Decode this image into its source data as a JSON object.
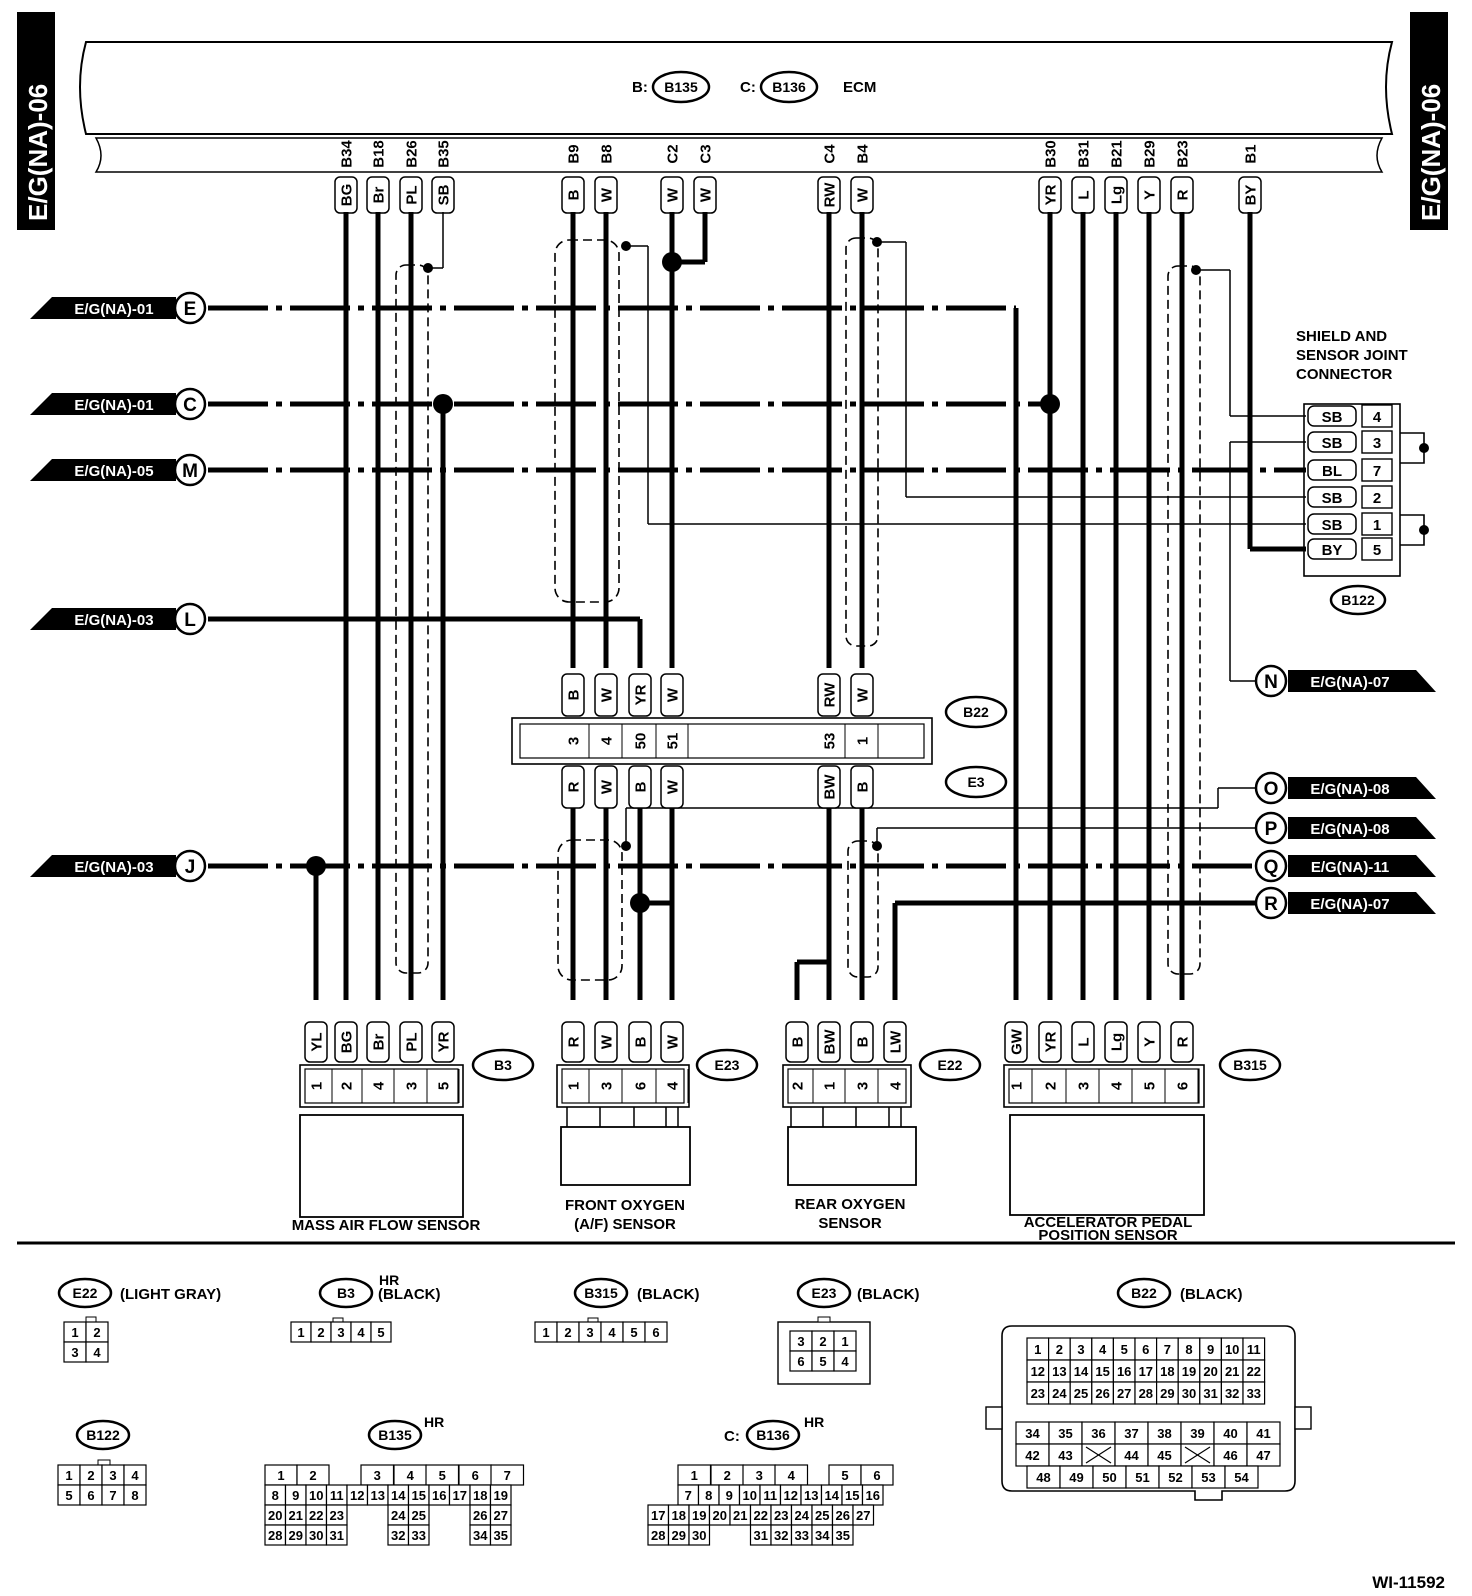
{
  "ecm": {
    "label": "ECM",
    "b_prefix": "B:",
    "b_connector": "B135",
    "c_prefix": "C:",
    "c_connector": "B136",
    "side_tag_left": "E/G(NA)-06",
    "side_tag_right": "E/G(NA)-06"
  },
  "ecm_pins": [
    {
      "pin": "B34",
      "color": "BG"
    },
    {
      "pin": "B18",
      "color": "Br"
    },
    {
      "pin": "B26",
      "color": "PL"
    },
    {
      "pin": "B35",
      "color": "SB"
    },
    {
      "pin": "B9",
      "color": "B"
    },
    {
      "pin": "B8",
      "color": "W"
    },
    {
      "pin": "C2",
      "color": "W"
    },
    {
      "pin": "C3",
      "color": "W"
    },
    {
      "pin": "C4",
      "color": "RW"
    },
    {
      "pin": "B4",
      "color": "W"
    },
    {
      "pin": "B30",
      "color": "YR"
    },
    {
      "pin": "B31",
      "color": "L"
    },
    {
      "pin": "B21",
      "color": "Lg"
    },
    {
      "pin": "B29",
      "color": "Y"
    },
    {
      "pin": "B23",
      "color": "R"
    },
    {
      "pin": "B1",
      "color": "BY"
    }
  ],
  "left_refs": [
    {
      "sheet": "E/G(NA)-01",
      "letter": "E"
    },
    {
      "sheet": "E/G(NA)-01",
      "letter": "C"
    },
    {
      "sheet": "E/G(NA)-05",
      "letter": "M"
    },
    {
      "sheet": "E/G(NA)-03",
      "letter": "L"
    },
    {
      "sheet": "E/G(NA)-03",
      "letter": "J"
    }
  ],
  "right_refs": [
    {
      "letter": "N",
      "sheet": "E/G(NA)-07"
    },
    {
      "letter": "O",
      "sheet": "E/G(NA)-08"
    },
    {
      "letter": "P",
      "sheet": "E/G(NA)-08"
    },
    {
      "letter": "Q",
      "sheet": "E/G(NA)-11"
    },
    {
      "letter": "R",
      "sheet": "E/G(NA)-07"
    }
  ],
  "shield_joint": {
    "title_lines": [
      "SHIELD AND",
      "SENSOR JOINT",
      "CONNECTOR"
    ],
    "connector": "B122",
    "rows": [
      {
        "color": "SB",
        "pin": "4"
      },
      {
        "color": "SB",
        "pin": "3"
      },
      {
        "color": "BL",
        "pin": "7"
      },
      {
        "color": "SB",
        "pin": "2"
      },
      {
        "color": "SB",
        "pin": "1"
      },
      {
        "color": "BY",
        "pin": "5"
      }
    ]
  },
  "b22_e3": {
    "upper_label": "B22",
    "lower_label": "E3",
    "upper_colors": [
      "B",
      "W",
      "YR",
      "W",
      "RW",
      "W"
    ],
    "pins": [
      "3",
      "4",
      "50",
      "51",
      "53",
      "1"
    ],
    "lower_colors": [
      "R",
      "W",
      "B",
      "W",
      "BW",
      "B"
    ]
  },
  "sensors": [
    {
      "name_lines": [
        "MASS AIR FLOW SENSOR"
      ],
      "connector": "B3",
      "colors": [
        "YL",
        "BG",
        "Br",
        "PL",
        "YR"
      ],
      "pins": [
        "1",
        "2",
        "4",
        "3",
        "5"
      ]
    },
    {
      "name_lines": [
        "FRONT OXYGEN",
        "(A/F) SENSOR"
      ],
      "connector": "E23",
      "colors": [
        "R",
        "W",
        "B",
        "W"
      ],
      "pins": [
        "1",
        "3",
        "6",
        "4"
      ]
    },
    {
      "name_lines": [
        "REAR OXYGEN",
        "SENSOR"
      ],
      "connector": "E22",
      "colors": [
        "B",
        "BW",
        "B",
        "LW"
      ],
      "pins": [
        "2",
        "1",
        "3",
        "4"
      ]
    },
    {
      "name_lines": [
        "ACCELERATOR PEDAL",
        "POSITION SENSOR"
      ],
      "connector": "B315",
      "colors": [
        "GW",
        "YR",
        "L",
        "Lg",
        "Y",
        "R"
      ],
      "pins": [
        "1",
        "2",
        "3",
        "4",
        "5",
        "6"
      ]
    }
  ],
  "connector_views": {
    "e22": {
      "id": "E22",
      "desc": "(LIGHT GRAY)",
      "rows": [
        [
          "1",
          "2"
        ],
        [
          "3",
          "4"
        ]
      ]
    },
    "b3": {
      "id": "B3",
      "desc": "(BLACK)",
      "hr": "HR",
      "rows": [
        [
          "1",
          "2",
          "3",
          "4",
          "5"
        ]
      ]
    },
    "b315": {
      "id": "B315",
      "desc": "(BLACK)",
      "rows": [
        [
          "1",
          "2",
          "3",
          "4",
          "5",
          "6"
        ]
      ]
    },
    "e23": {
      "id": "E23",
      "desc": "(BLACK)",
      "rows": [
        [
          "3",
          "2",
          "1"
        ],
        [
          "6",
          "5",
          "4"
        ]
      ]
    },
    "b22": {
      "id": "B22",
      "desc": "(BLACK)",
      "rows": [
        [
          "1",
          "2",
          "3",
          "4",
          "5",
          "6",
          "7",
          "8",
          "9",
          "10",
          "11"
        ],
        [
          "12",
          "13",
          "14",
          "15",
          "16",
          "17",
          "18",
          "19",
          "20",
          "21",
          "22"
        ],
        [
          "23",
          "24",
          "25",
          "26",
          "27",
          "28",
          "29",
          "30",
          "31",
          "32",
          "33"
        ],
        [
          "34",
          "35",
          "36",
          "37",
          "38",
          "39",
          "40",
          "41"
        ],
        [
          "42",
          "43",
          "",
          "44",
          "45",
          "",
          "46",
          "47"
        ],
        [
          "48",
          "49",
          "50",
          "51",
          "52",
          "53",
          "54"
        ]
      ]
    },
    "b122": {
      "id": "B122",
      "rows": [
        [
          "1",
          "2",
          "3",
          "4"
        ],
        [
          "5",
          "6",
          "7",
          "8"
        ]
      ]
    },
    "b135": {
      "id": "B135",
      "hr": "HR",
      "rows": [
        [
          "1",
          "2",
          "",
          "",
          "3",
          "4",
          "5",
          "6",
          "7"
        ],
        [
          "8",
          "9",
          "10",
          "11",
          "12",
          "13",
          "14",
          "15",
          "16",
          "17",
          "18",
          "19"
        ],
        [
          "20",
          "21",
          "22",
          "23",
          "",
          "",
          "24",
          "25",
          "",
          "",
          "26",
          "27"
        ],
        [
          "28",
          "29",
          "30",
          "31",
          "",
          "",
          "32",
          "33",
          "",
          "",
          "34",
          "35"
        ]
      ]
    },
    "b136": {
      "id": "B136",
      "prefix": "C:",
      "hr": "HR",
      "rows": [
        [
          "1",
          "2",
          "3",
          "4",
          "",
          "5",
          "6"
        ],
        [
          "7",
          "8",
          "9",
          "10",
          "11",
          "12",
          "13",
          "14",
          "15",
          "16"
        ],
        [
          "17",
          "18",
          "19",
          "20",
          "21",
          "22",
          "23",
          "24",
          "25",
          "26",
          "27"
        ],
        [
          "28",
          "29",
          "30",
          "",
          "",
          "31",
          "32",
          "33",
          "34",
          "35"
        ]
      ]
    }
  },
  "figure_code": "WI-11592"
}
